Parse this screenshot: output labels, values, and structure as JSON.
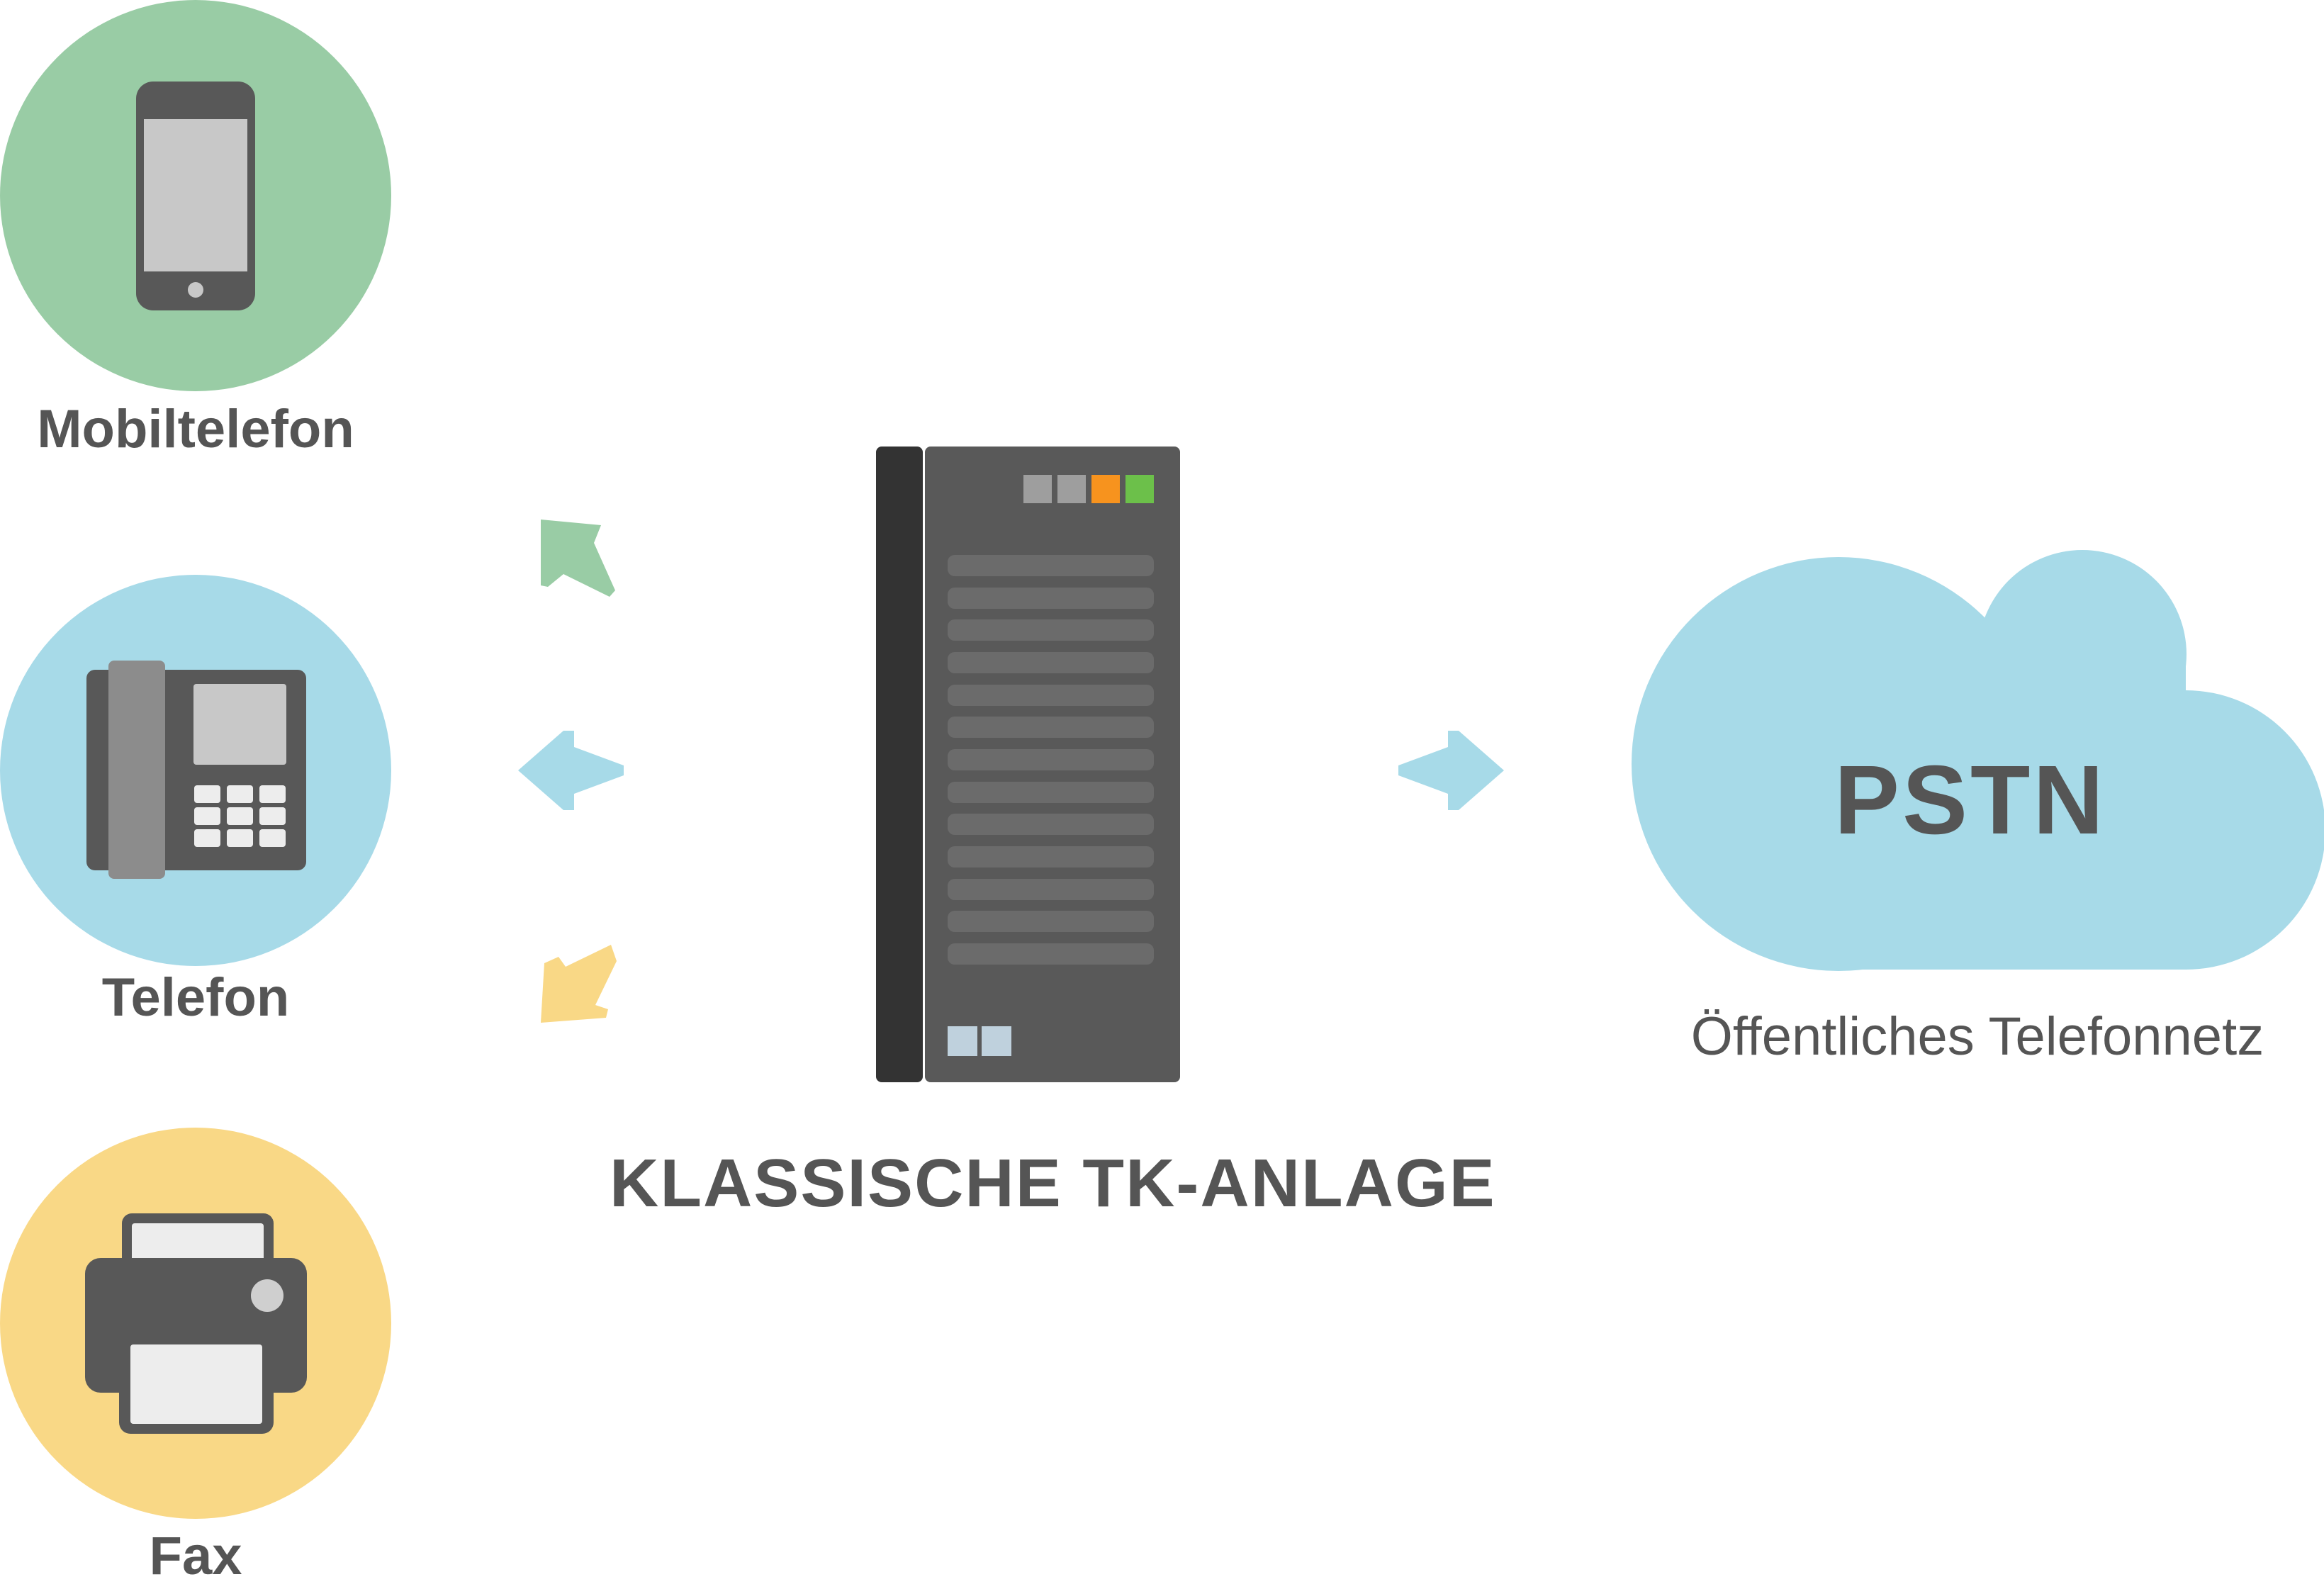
{
  "devices": {
    "mobile": {
      "label": "Mobiltelefon",
      "color": "#99CCA5",
      "icon": "smartphone-icon"
    },
    "telefon": {
      "label": "Telefon",
      "color": "#A7DAE8",
      "icon": "desk-phone-icon"
    },
    "fax": {
      "label": "Fax",
      "color": "#F9D886",
      "icon": "fax-printer-icon"
    }
  },
  "pbx": {
    "label": "KLASSISCHE TK-ANLAGE",
    "icon": "pbx-server-icon",
    "indicator_colors": [
      "#9E9E9E",
      "#9E9E9E",
      "#F7931E",
      "#6CC04A"
    ],
    "body_color": "#595959"
  },
  "network": {
    "title": "PSTN",
    "subtitle": "Öffentliches Telefonnetz",
    "icon": "cloud-icon",
    "color": "#A7DAE8"
  },
  "arrows": {
    "to_mobile": {
      "color": "#99CCA5"
    },
    "to_telefon": {
      "color": "#A7DAE8"
    },
    "to_fax": {
      "color": "#F9D886"
    },
    "to_network": {
      "color": "#A7DAE8"
    }
  },
  "colors": {
    "text": "#555555",
    "icon_dark": "#585858",
    "screen": "#C8C8C8"
  }
}
